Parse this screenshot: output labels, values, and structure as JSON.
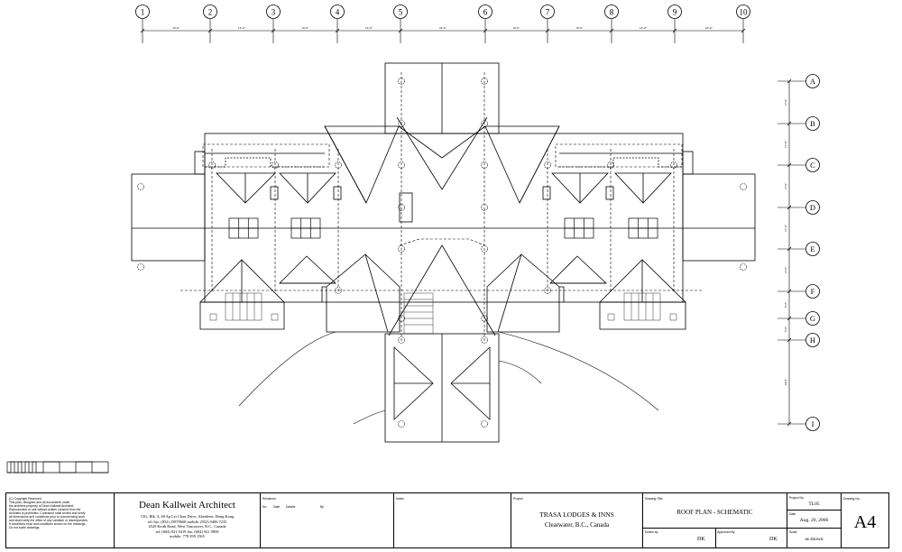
{
  "grid": {
    "columns": [
      "1",
      "2",
      "3",
      "4",
      "5",
      "6",
      "7",
      "8",
      "9",
      "10"
    ],
    "column_dims": [
      "20'-0\"",
      "16'-0\"",
      "16'-0\"",
      "16'-0\"",
      "24'-0\"",
      "16'-0\"",
      "16'-0\"",
      "16'-0\"",
      "20'-0\""
    ],
    "rows": [
      "A",
      "B",
      "C",
      "D",
      "E",
      "F",
      "G",
      "H",
      "I"
    ],
    "row_dims": [
      "12'-0\"",
      "12'-0\"",
      "12'-0\"",
      "12'-0\"",
      "12'-0\"",
      "6'-0\"",
      "6'-0\"",
      "24'-0\""
    ]
  },
  "copyright": {
    "title": "(C) Copyright Reserved.",
    "lines": [
      "This plan, designed and all documents under",
      "the architect property of Dean Kallweit Architect.",
      "Reproduction or use without written consent from the",
      "Architect is prohibited. Contractor shall review and verify",
      "all dimensions and conditions prior to commencing work",
      "and shall notify the office of any variation or discrepancies.",
      "If conditions exist and conditions shown on the drawings.",
      "Do not scale drawings."
    ]
  },
  "architect": {
    "name": "Dean Kallweit Architect",
    "lines": [
      "13G, Blk. 3, 48 Ap Lei Chau Drive, Aberdeen, Hong Kong",
      "tel./fax: (852) 25879668  mobile: (852) 9406 7235",
      "4520 Keith Road, West Vancouver, B.C., Canada",
      "tel: (604) 921 9419  fax: (604) 921 9858",
      "mobile: 778 839 1565"
    ]
  },
  "revisions": {
    "label": "Revisions",
    "headers": [
      "No.",
      "Date",
      "Details",
      "By"
    ]
  },
  "notes": {
    "label": "Notes"
  },
  "project": {
    "label": "Project",
    "title": "TRASA LODGES & INNS",
    "location": "Clearwater, B.C., Canada"
  },
  "drawing_title": {
    "label": "Drawing Title",
    "value": "ROOF PLAN - SCHEMATIC",
    "drawn_by_label": "Drawn by",
    "drawn_by": "DK",
    "approved_label": "Approved By",
    "approved_by": "DK"
  },
  "meta": {
    "project_no_label": "Project No.",
    "project_no": "TL05",
    "date_label": "Date",
    "date": "Aug. 20, 2006",
    "scale_label": "Scale",
    "scale": "as shown"
  },
  "sheet": {
    "label": "Drawing No.",
    "number": "A4"
  }
}
